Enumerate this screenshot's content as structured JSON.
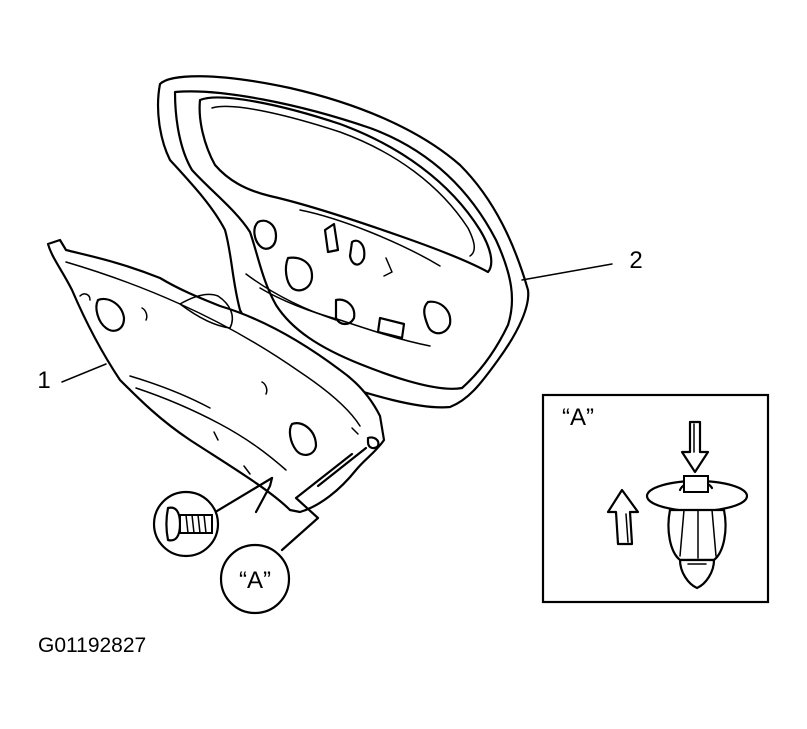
{
  "callouts": {
    "part_1": "1",
    "part_2": "2",
    "detail_ref": "“A”",
    "detail_title": "“A”"
  },
  "figure_code": "G01192827"
}
